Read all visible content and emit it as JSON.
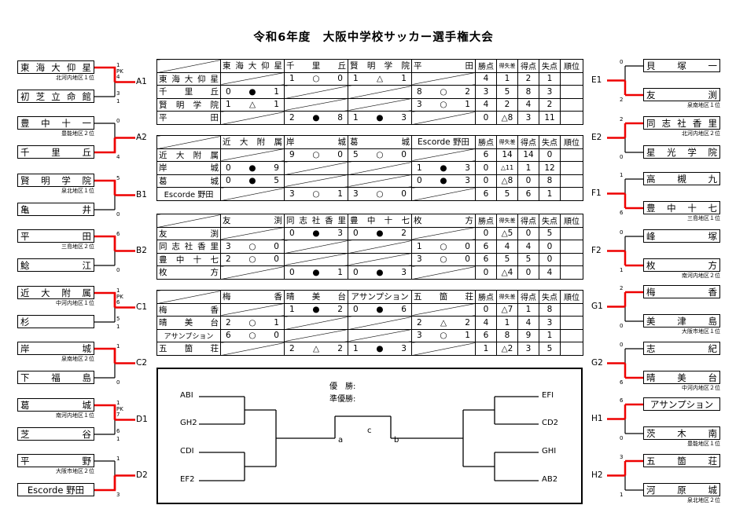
{
  "title": "令和6年度　大阪中学校サッカー選手権大会",
  "left_pairs": [
    {
      "id": "A1",
      "top": {
        "name": "東海大仰星",
        "note": "北河内地区１位",
        "score": "1"
      },
      "bottom": {
        "name": "初芝立命館",
        "score": "1"
      },
      "pk": "PK",
      "pk_top": "4",
      "pk_bottom": "3"
    },
    {
      "id": "A2",
      "top": {
        "name": "豊中十一",
        "note": "豊能地区２位",
        "score": "0"
      },
      "bottom": {
        "name": "千里丘",
        "score": "4"
      }
    },
    {
      "id": "B1",
      "top": {
        "name": "賢明学院",
        "note": "泉北地区１位",
        "score": "5"
      },
      "bottom": {
        "name": "亀井",
        "score": "0"
      }
    },
    {
      "id": "B2",
      "top": {
        "name": "平田",
        "note": "三島地区２位",
        "score": "6"
      },
      "bottom": {
        "name": "鯰江",
        "score": "0"
      }
    },
    {
      "id": "C1",
      "top": {
        "name": "近大附属",
        "note": "中河内地区１位",
        "score": "1"
      },
      "bottom": {
        "name": "杉",
        "score": "1"
      },
      "pk": "PK",
      "pk_top": "6",
      "pk_bottom": "5"
    },
    {
      "id": "C2",
      "top": {
        "name": "岸城",
        "note": "泉南地区２位",
        "score": "1"
      },
      "bottom": {
        "name": "下福島",
        "score": "0"
      }
    },
    {
      "id": "D1",
      "top": {
        "name": "葛城",
        "note": "南河内地区１位",
        "score": "1"
      },
      "bottom": {
        "name": "芝谷",
        "score": "1"
      },
      "pk": "PK",
      "pk_top": "7",
      "pk_bottom": "6"
    },
    {
      "id": "D2",
      "top": {
        "name": "平野",
        "note": "大阪市地区２位",
        "score": "1"
      },
      "bottom": {
        "name": "Escorde 野田",
        "score": "3"
      }
    }
  ],
  "right_pairs": [
    {
      "id": "E1",
      "top": {
        "name": "貝塚一",
        "score": "0"
      },
      "bottom": {
        "name": "友渕",
        "note": "泉南地区１位",
        "score": "2"
      }
    },
    {
      "id": "E2",
      "top": {
        "name": "同志社香里",
        "note": "北河内地区２位",
        "score": "2"
      },
      "bottom": {
        "name": "星光学院",
        "score": "0"
      }
    },
    {
      "id": "F1",
      "top": {
        "name": "高槻九",
        "score": "1"
      },
      "bottom": {
        "name": "豊中十七",
        "note": "三島地区１位",
        "score": "6"
      }
    },
    {
      "id": "F2",
      "top": {
        "name": "峰塚",
        "score": "0"
      },
      "bottom": {
        "name": "枚方",
        "note": "南河内地区２位",
        "score": "1"
      }
    },
    {
      "id": "G1",
      "top": {
        "name": "梅香",
        "score": "2"
      },
      "bottom": {
        "name": "美津島",
        "note": "大阪市地区１位",
        "score": "0"
      }
    },
    {
      "id": "G2",
      "top": {
        "name": "志紀",
        "score": "0"
      },
      "bottom": {
        "name": "晴美台",
        "note": "中河内地区２位",
        "score": "6"
      }
    },
    {
      "id": "H1",
      "top": {
        "name": "アサンプション",
        "score": "6"
      },
      "bottom": {
        "name": "茨木南",
        "note": "豊能地区１位",
        "score": "0"
      }
    },
    {
      "id": "H2",
      "top": {
        "name": "五箇荘",
        "score": "3"
      },
      "bottom": {
        "name": "河原城",
        "note": "泉北地区２位",
        "score": "1"
      }
    }
  ],
  "group_headers": [
    "勝点",
    "得失差",
    "得点",
    "失点",
    "順位"
  ],
  "groups": [
    {
      "teams": [
        "東海大仰星",
        "千里丘",
        "賢明学院",
        "平田"
      ],
      "rows": [
        {
          "name": "東海大仰星",
          "m": [
            null,
            [
              "1",
              "○",
              "0"
            ],
            [
              "1",
              "△",
              "1"
            ],
            []
          ],
          "stats": [
            "4",
            "1",
            "2",
            "1",
            ""
          ]
        },
        {
          "name": "千里丘",
          "m": [
            [
              "0",
              "●",
              "1"
            ],
            null,
            [],
            [
              "8",
              "○",
              "2"
            ]
          ],
          "stats": [
            "3",
            "5",
            "8",
            "3",
            ""
          ]
        },
        {
          "name": "賢明学院",
          "m": [
            [
              "1",
              "△",
              "1"
            ],
            [],
            null,
            [
              "3",
              "○",
              "1"
            ]
          ],
          "stats": [
            "4",
            "2",
            "4",
            "2",
            ""
          ]
        },
        {
          "name": "平田",
          "m": [
            [],
            [
              "2",
              "●",
              "8"
            ],
            [
              "1",
              "●",
              "3"
            ],
            null
          ],
          "stats": [
            "0",
            "△8",
            "3",
            "11",
            ""
          ]
        }
      ]
    },
    {
      "teams": [
        "近大附属",
        "岸城",
        "葛城",
        "Escorde 野田"
      ],
      "rows": [
        {
          "name": "近大附属",
          "m": [
            null,
            [
              "9",
              "○",
              "0"
            ],
            [
              "5",
              "○",
              "0"
            ],
            []
          ],
          "stats": [
            "6",
            "14",
            "14",
            "0",
            ""
          ]
        },
        {
          "name": "岸城",
          "m": [
            [
              "0",
              "●",
              "9"
            ],
            null,
            [],
            [
              "1",
              "●",
              "3"
            ]
          ],
          "stats": [
            "0",
            "△11",
            "1",
            "12",
            ""
          ]
        },
        {
          "name": "葛城",
          "m": [
            [
              "0",
              "●",
              "5"
            ],
            [],
            null,
            [
              "0",
              "●",
              "3"
            ]
          ],
          "stats": [
            "0",
            "△8",
            "0",
            "8",
            ""
          ]
        },
        {
          "name": "Escorde 野田",
          "m": [
            [],
            [
              "3",
              "○",
              "1"
            ],
            [
              "3",
              "○",
              "0"
            ],
            null
          ],
          "stats": [
            "6",
            "5",
            "6",
            "1",
            ""
          ]
        }
      ]
    },
    {
      "teams": [
        "友渕",
        "同志社香里",
        "豊中十七",
        "枚方"
      ],
      "rows": [
        {
          "name": "友渕",
          "m": [
            null,
            [
              "0",
              "●",
              "3"
            ],
            [
              "0",
              "●",
              "2"
            ],
            []
          ],
          "stats": [
            "0",
            "△5",
            "0",
            "5",
            ""
          ]
        },
        {
          "name": "同志社香里",
          "m": [
            [
              "3",
              "○",
              "0"
            ],
            null,
            [],
            [
              "1",
              "○",
              "0"
            ]
          ],
          "stats": [
            "6",
            "4",
            "4",
            "0",
            ""
          ]
        },
        {
          "name": "豊中十七",
          "m": [
            [
              "2",
              "○",
              "0"
            ],
            [],
            null,
            [
              "3",
              "○",
              "0"
            ]
          ],
          "stats": [
            "6",
            "5",
            "5",
            "0",
            ""
          ]
        },
        {
          "name": "枚方",
          "m": [
            [],
            [
              "0",
              "●",
              "1"
            ],
            [
              "0",
              "●",
              "3"
            ],
            null
          ],
          "stats": [
            "0",
            "△4",
            "0",
            "4",
            ""
          ]
        }
      ]
    },
    {
      "teams": [
        "梅香",
        "晴美台",
        "アサンプション",
        "五箇荘"
      ],
      "rows": [
        {
          "name": "梅香",
          "m": [
            null,
            [
              "1",
              "●",
              "2"
            ],
            [
              "0",
              "●",
              "6"
            ],
            []
          ],
          "stats": [
            "0",
            "△7",
            "1",
            "8",
            ""
          ]
        },
        {
          "name": "晴美台",
          "m": [
            [
              "2",
              "○",
              "1"
            ],
            null,
            [],
            [
              "2",
              "△",
              "2"
            ]
          ],
          "stats": [
            "4",
            "1",
            "4",
            "3",
            ""
          ]
        },
        {
          "name": "アサンプション",
          "m": [
            [
              "6",
              "○",
              "0"
            ],
            [],
            null,
            [
              "3",
              "○",
              "1"
            ]
          ],
          "stats": [
            "6",
            "8",
            "9",
            "1",
            ""
          ]
        },
        {
          "name": "五箇荘",
          "m": [
            [],
            [
              "2",
              "△",
              "2"
            ],
            [
              "1",
              "●",
              "3"
            ],
            null
          ],
          "stats": [
            "1",
            "△2",
            "3",
            "5",
            ""
          ]
        }
      ]
    }
  ],
  "final": {
    "winner_label": "優　勝:",
    "runnerup_label": "準優勝:",
    "left_slots": [
      "ABI",
      "GH2",
      "CDI",
      "EF2"
    ],
    "right_slots": [
      "EFI",
      "CD2",
      "GHI",
      "AB2"
    ],
    "node_a": "a",
    "node_b": "b",
    "node_c": "c"
  }
}
